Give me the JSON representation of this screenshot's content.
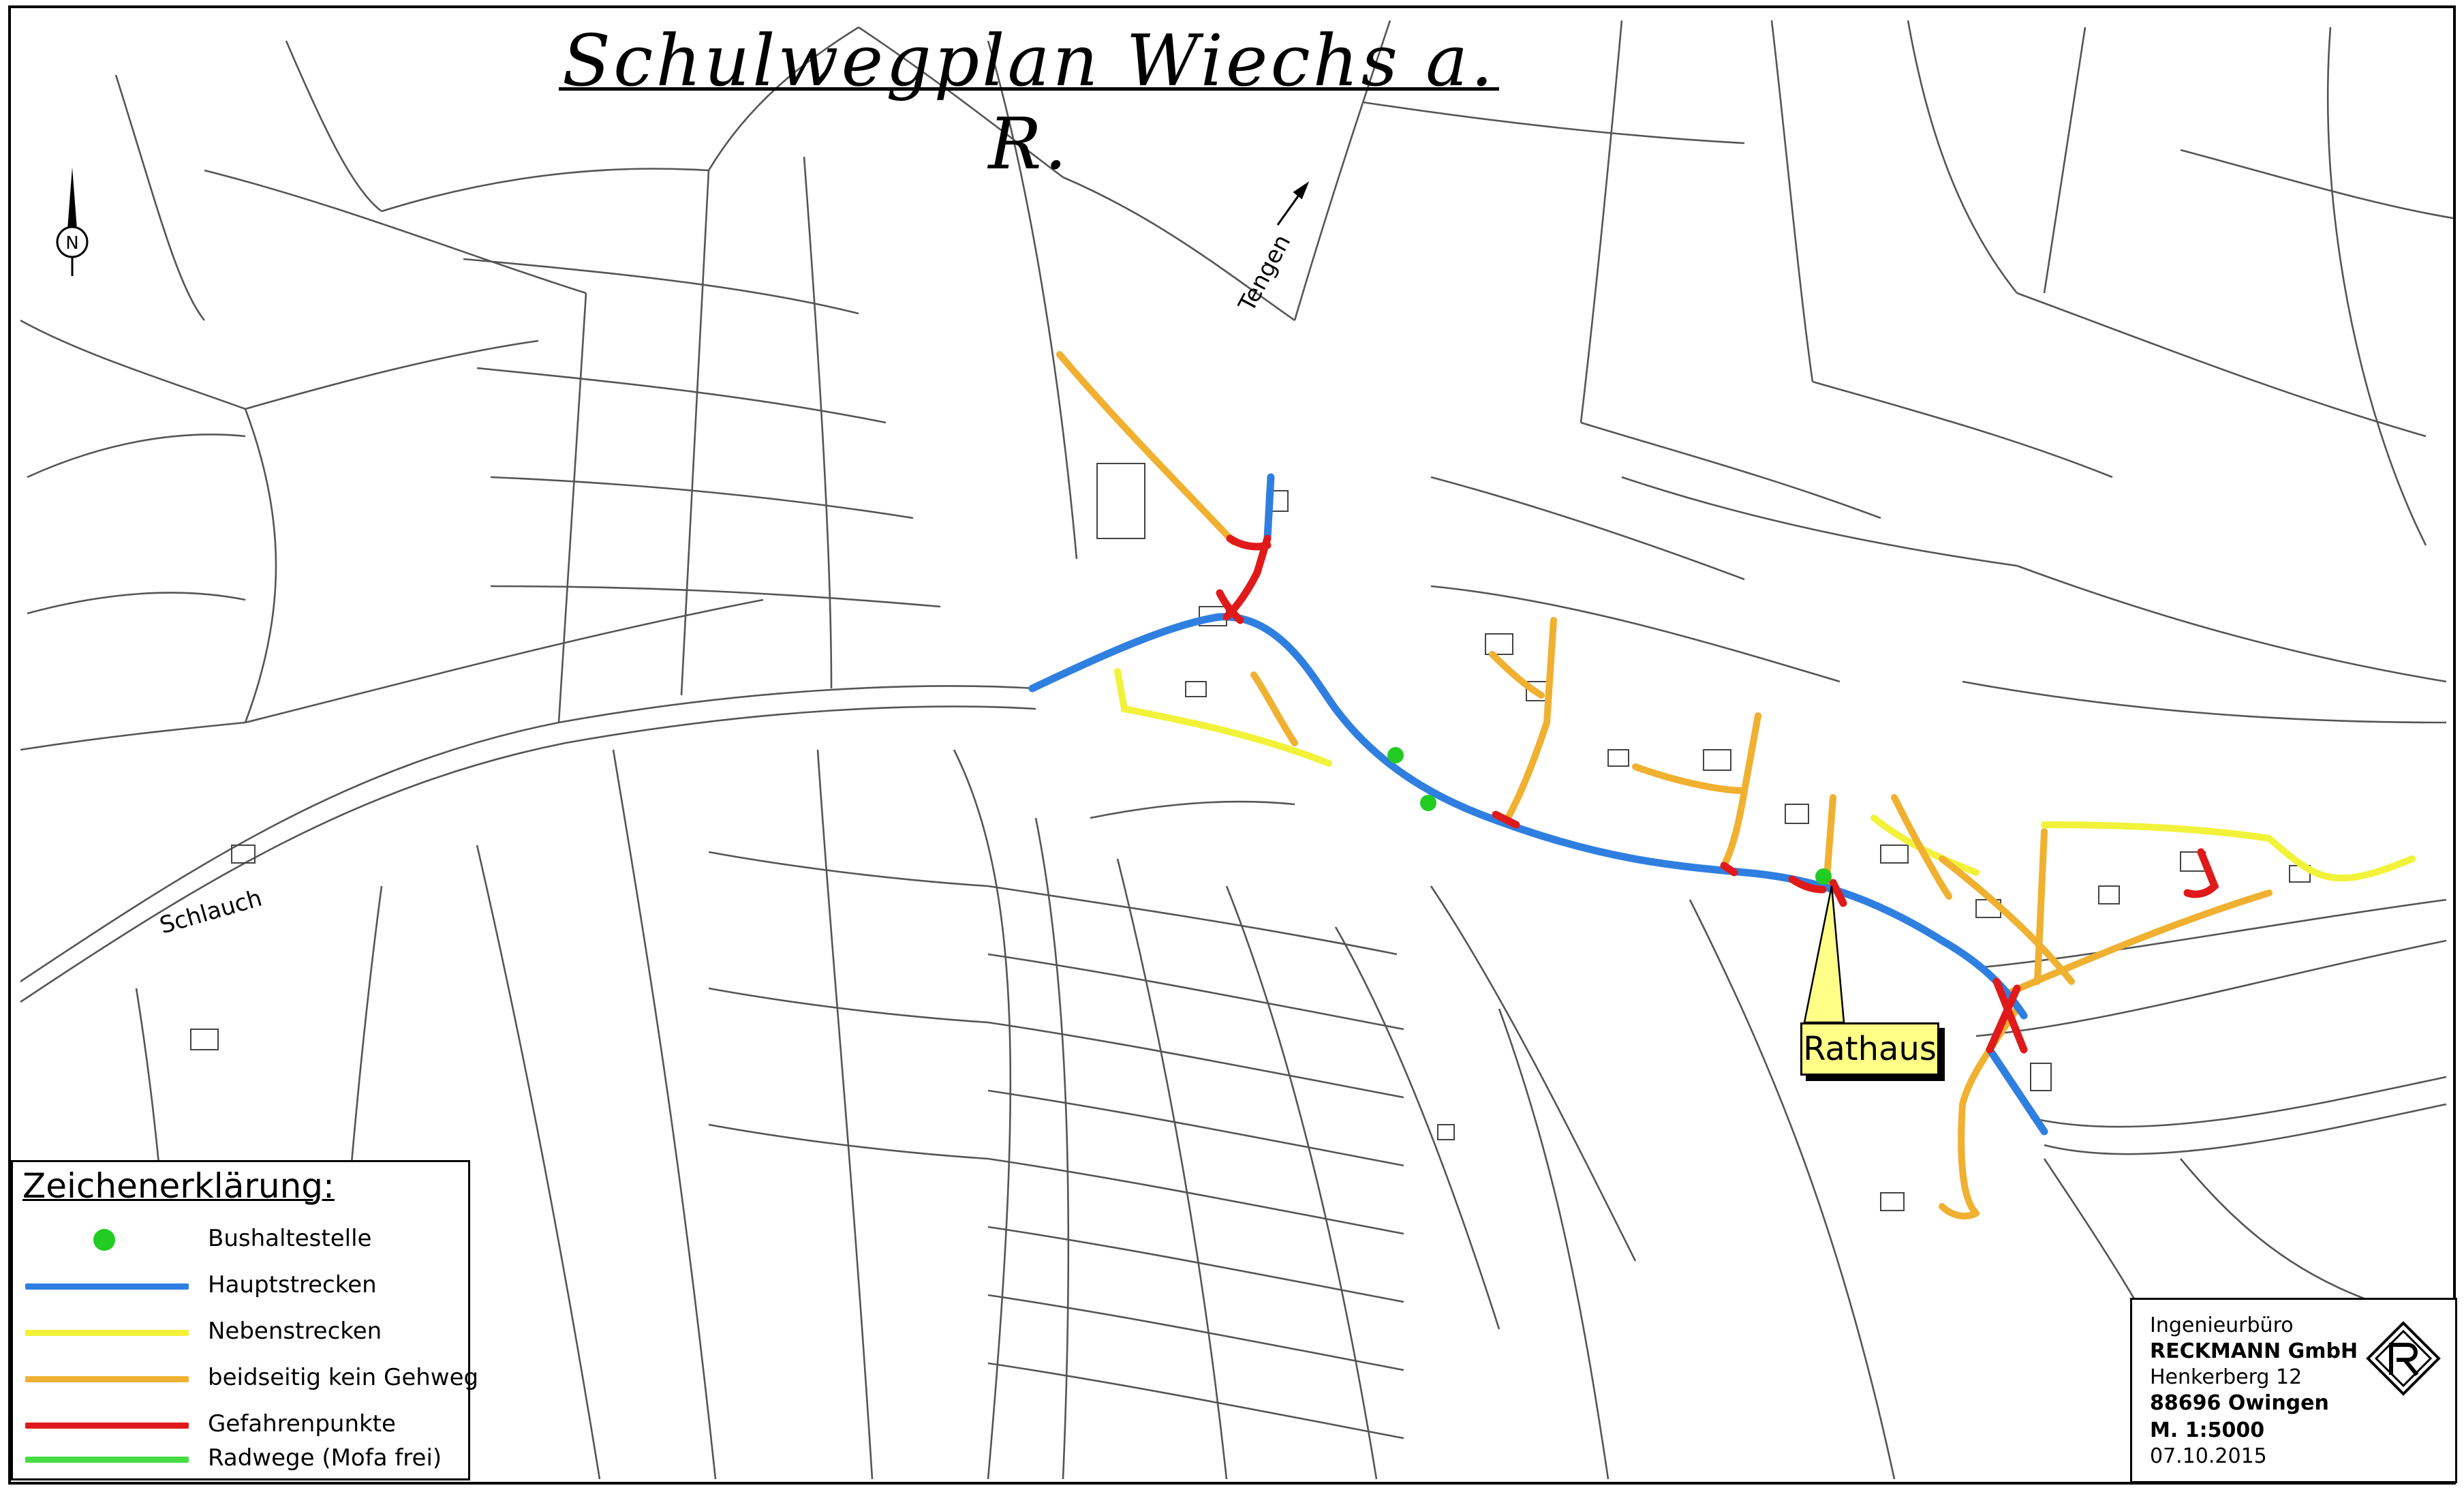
{
  "map": {
    "title": "Schulwegplan Wiechs a. R.",
    "labels": {
      "schlauch": "Schlauch",
      "tengen": "Tengen",
      "rathaus": "Rathaus"
    },
    "north_arrow_icon": "north-arrow-icon",
    "colors": {
      "bus_stop": "#22cc22",
      "hauptstrecken": "#2f7fe0",
      "nebenstrecken": "#f2f23a",
      "kein_gehweg": "#f0b030",
      "gefahrenpunkte": "#e01a1a",
      "radwege": "#44dd44",
      "rathaus_fill": "#ffff88"
    }
  },
  "legend": {
    "title": "Zeichenerklärung:",
    "items": [
      {
        "label": "Bushaltestelle",
        "kind": "dot",
        "color": "#22cc22"
      },
      {
        "label": "Hauptstrecken",
        "kind": "line",
        "color": "#2f7fe0"
      },
      {
        "label": "Nebenstrecken",
        "kind": "line",
        "color": "#f2f23a"
      },
      {
        "label": "beidseitig kein Gehweg",
        "kind": "line",
        "color": "#f0b030"
      },
      {
        "label": "Gefahrenpunkte",
        "kind": "line",
        "color": "#e01a1a"
      },
      {
        "label": "Radwege (Mofa frei)",
        "kind": "line",
        "color": "#44dd44"
      }
    ]
  },
  "titleblock": {
    "office": "Ingenieurbüro",
    "company": "RECKMANN GmbH",
    "street": "Henkerberg 12",
    "city": "88696 Owingen",
    "scale": "M. 1:5000",
    "date": "07.10.2015",
    "logo_icon": "reckmann-logo-icon"
  }
}
